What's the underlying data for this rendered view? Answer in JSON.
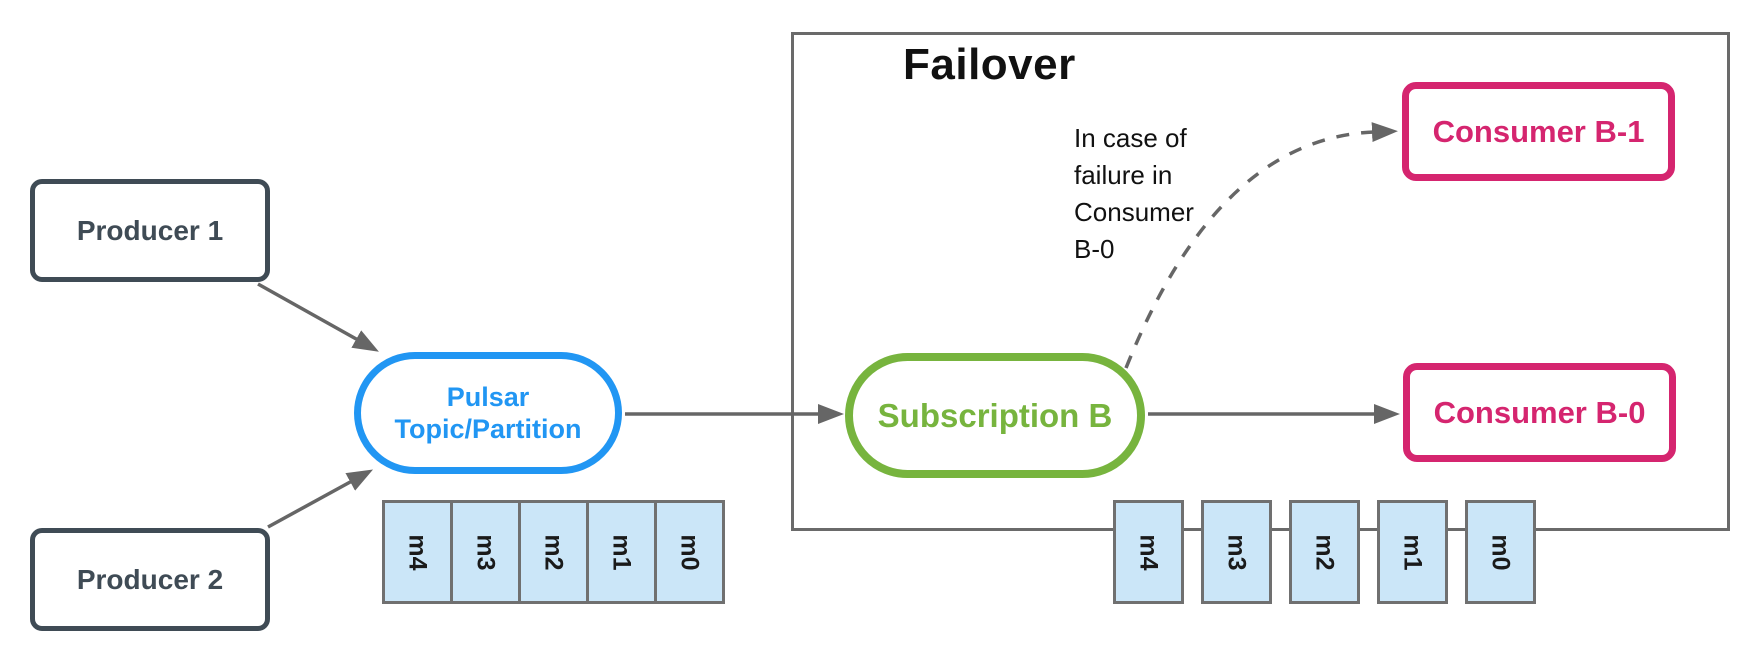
{
  "colors": {
    "blue": "#2196F3",
    "green": "#77B43E",
    "pink": "#D5256F",
    "slate": "#3F4B55",
    "arrow": "#666666",
    "frame": "#6A6A6A",
    "boxborder": "#707070",
    "queuefill": "#CBE6F8",
    "ink": "#111111"
  },
  "failover": {
    "title": "Failover",
    "annotation": "In case of\nfailure in\nConsumer\nB-0"
  },
  "producers": [
    {
      "label": "Producer 1"
    },
    {
      "label": "Producer 2"
    }
  ],
  "topic": {
    "line1": "Pulsar",
    "line2": "Topic/Partition"
  },
  "subscription": {
    "label": "Subscription B"
  },
  "consumers": {
    "b1": {
      "label": "Consumer B-1"
    },
    "b0": {
      "label": "Consumer B-0"
    }
  },
  "topic_queue": [
    "m4",
    "m3",
    "m2",
    "m1",
    "m0"
  ],
  "subscription_queue": [
    "m4",
    "m3",
    "m2",
    "m1",
    "m0"
  ]
}
